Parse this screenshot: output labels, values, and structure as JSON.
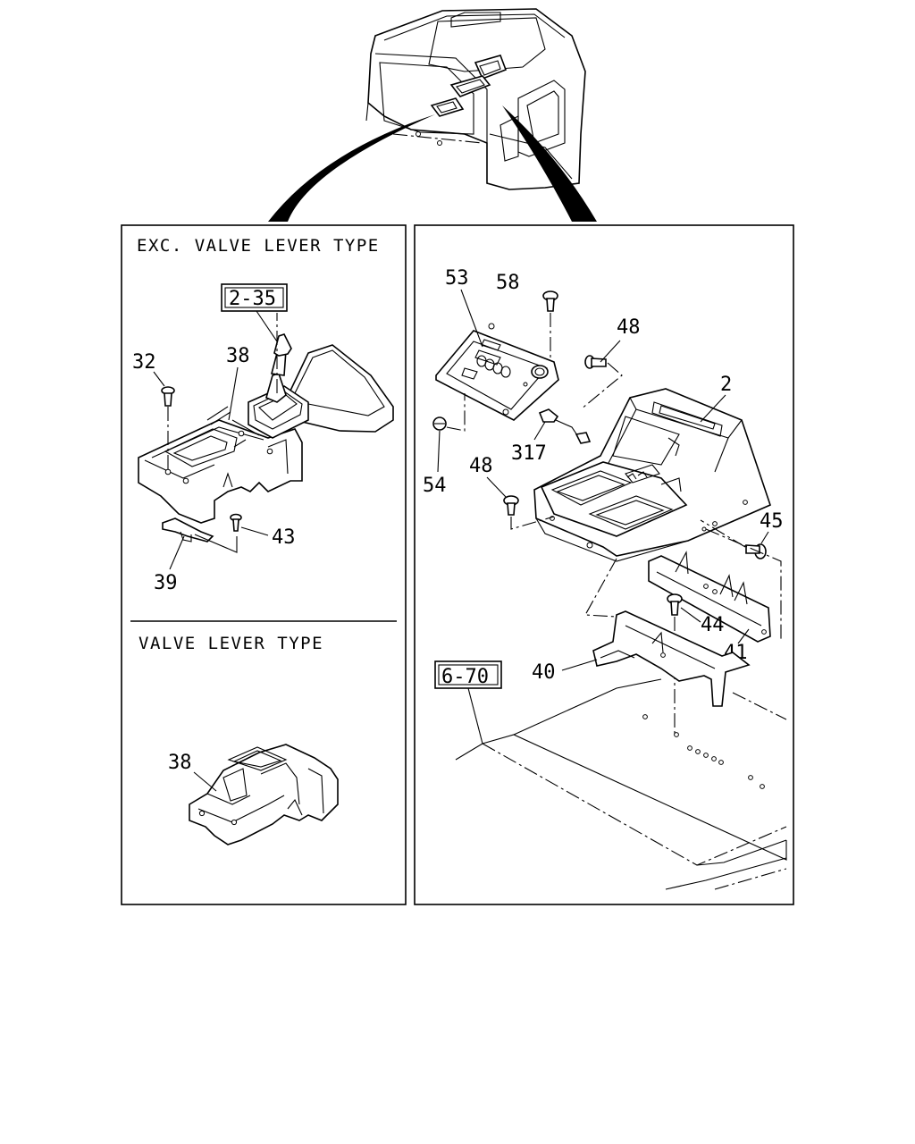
{
  "sections": {
    "left_top_title": "EXC. VALVE LEVER TYPE",
    "left_bottom_title": "VALVE LEVER TYPE"
  },
  "refs": {
    "shift_lever": "2-35",
    "floor": "6-70"
  },
  "callouts": {
    "c32": "32",
    "c38": "38",
    "c43": "43",
    "c39": "39",
    "c38b": "38",
    "c53": "53",
    "c58": "58",
    "c48a": "48",
    "c2": "2",
    "c54": "54",
    "c317": "317",
    "c48b": "48",
    "c45": "45",
    "c44": "44",
    "c41": "41",
    "c40": "40"
  }
}
